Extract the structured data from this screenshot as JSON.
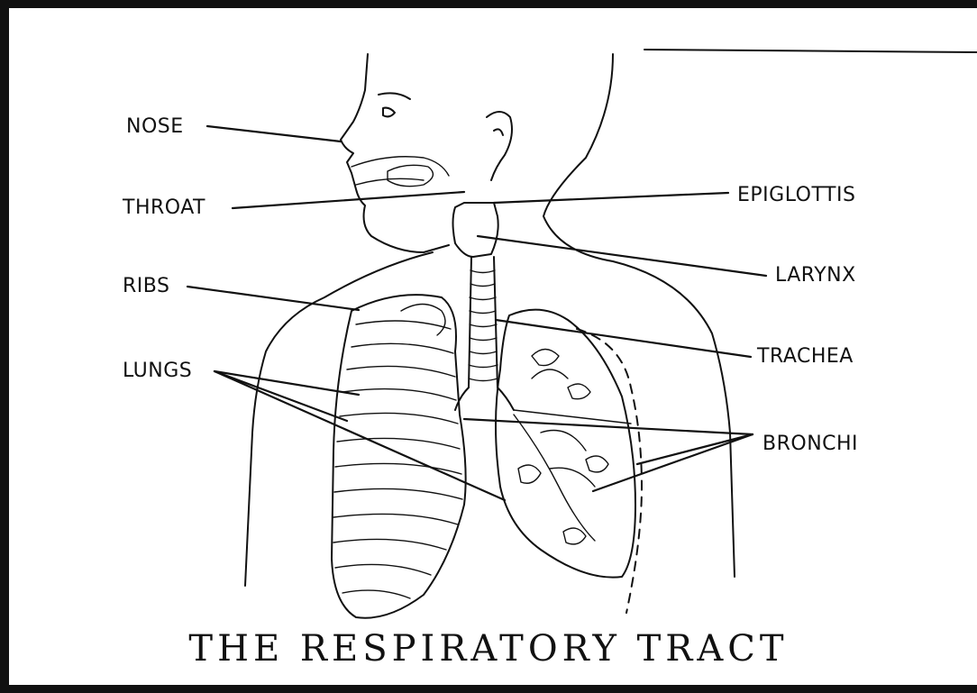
{
  "diagram": {
    "title": "THE RESPIRATORY TRACT",
    "labels": {
      "nose": "NOSE",
      "throat": "THROAT",
      "ribs": "RIBS",
      "lungs": "LUNGS",
      "epiglottis": "EPIGLOTTIS",
      "larynx": "LARYNX",
      "trachea": "TRACHEA",
      "bronchi": "BRONCHI"
    }
  }
}
